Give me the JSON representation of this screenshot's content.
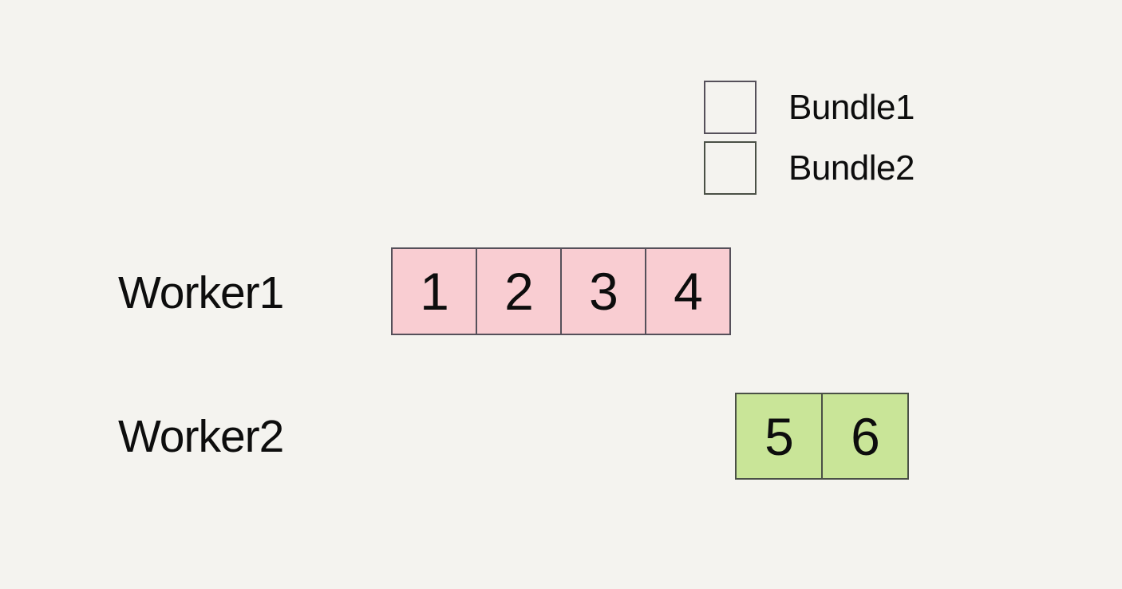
{
  "background_color": "#f4f3ef",
  "legend": {
    "items": [
      {
        "label": "Bundle1",
        "color": "#f9cdd2",
        "border_color": "#55505a"
      },
      {
        "label": "Bundle2",
        "color": "#c9e598",
        "border_color": "#4a5046"
      }
    ]
  },
  "workers": [
    {
      "label": "Worker1",
      "bundle": "Bundle1",
      "fill_color": "#f9cdd2",
      "border_color": "#55505a",
      "cells": [
        "1",
        "2",
        "3",
        "4"
      ]
    },
    {
      "label": "Worker2",
      "bundle": "Bundle2",
      "fill_color": "#c9e598",
      "border_color": "#4a5046",
      "cells": [
        "5",
        "6"
      ]
    }
  ]
}
